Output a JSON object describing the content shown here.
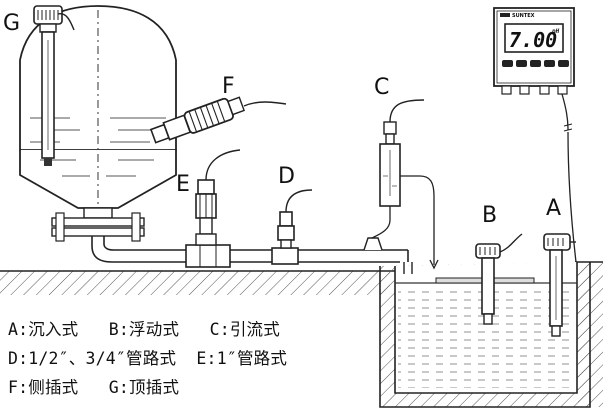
{
  "labels": {
    "A": "A",
    "B": "B",
    "C": "C",
    "D": "D",
    "E": "E",
    "F": "F",
    "G": "G"
  },
  "meter": {
    "reading": "7.00",
    "unit": "pH",
    "brand": "SUNTEX"
  },
  "legend": {
    "row1": [
      "A:沉入式",
      "B:浮动式",
      "C:引流式"
    ],
    "row2": [
      "D:1/2″、3/4″管路式",
      "E:1″管路式"
    ],
    "row3": [
      "F:侧插式",
      "G:顶插式"
    ]
  }
}
